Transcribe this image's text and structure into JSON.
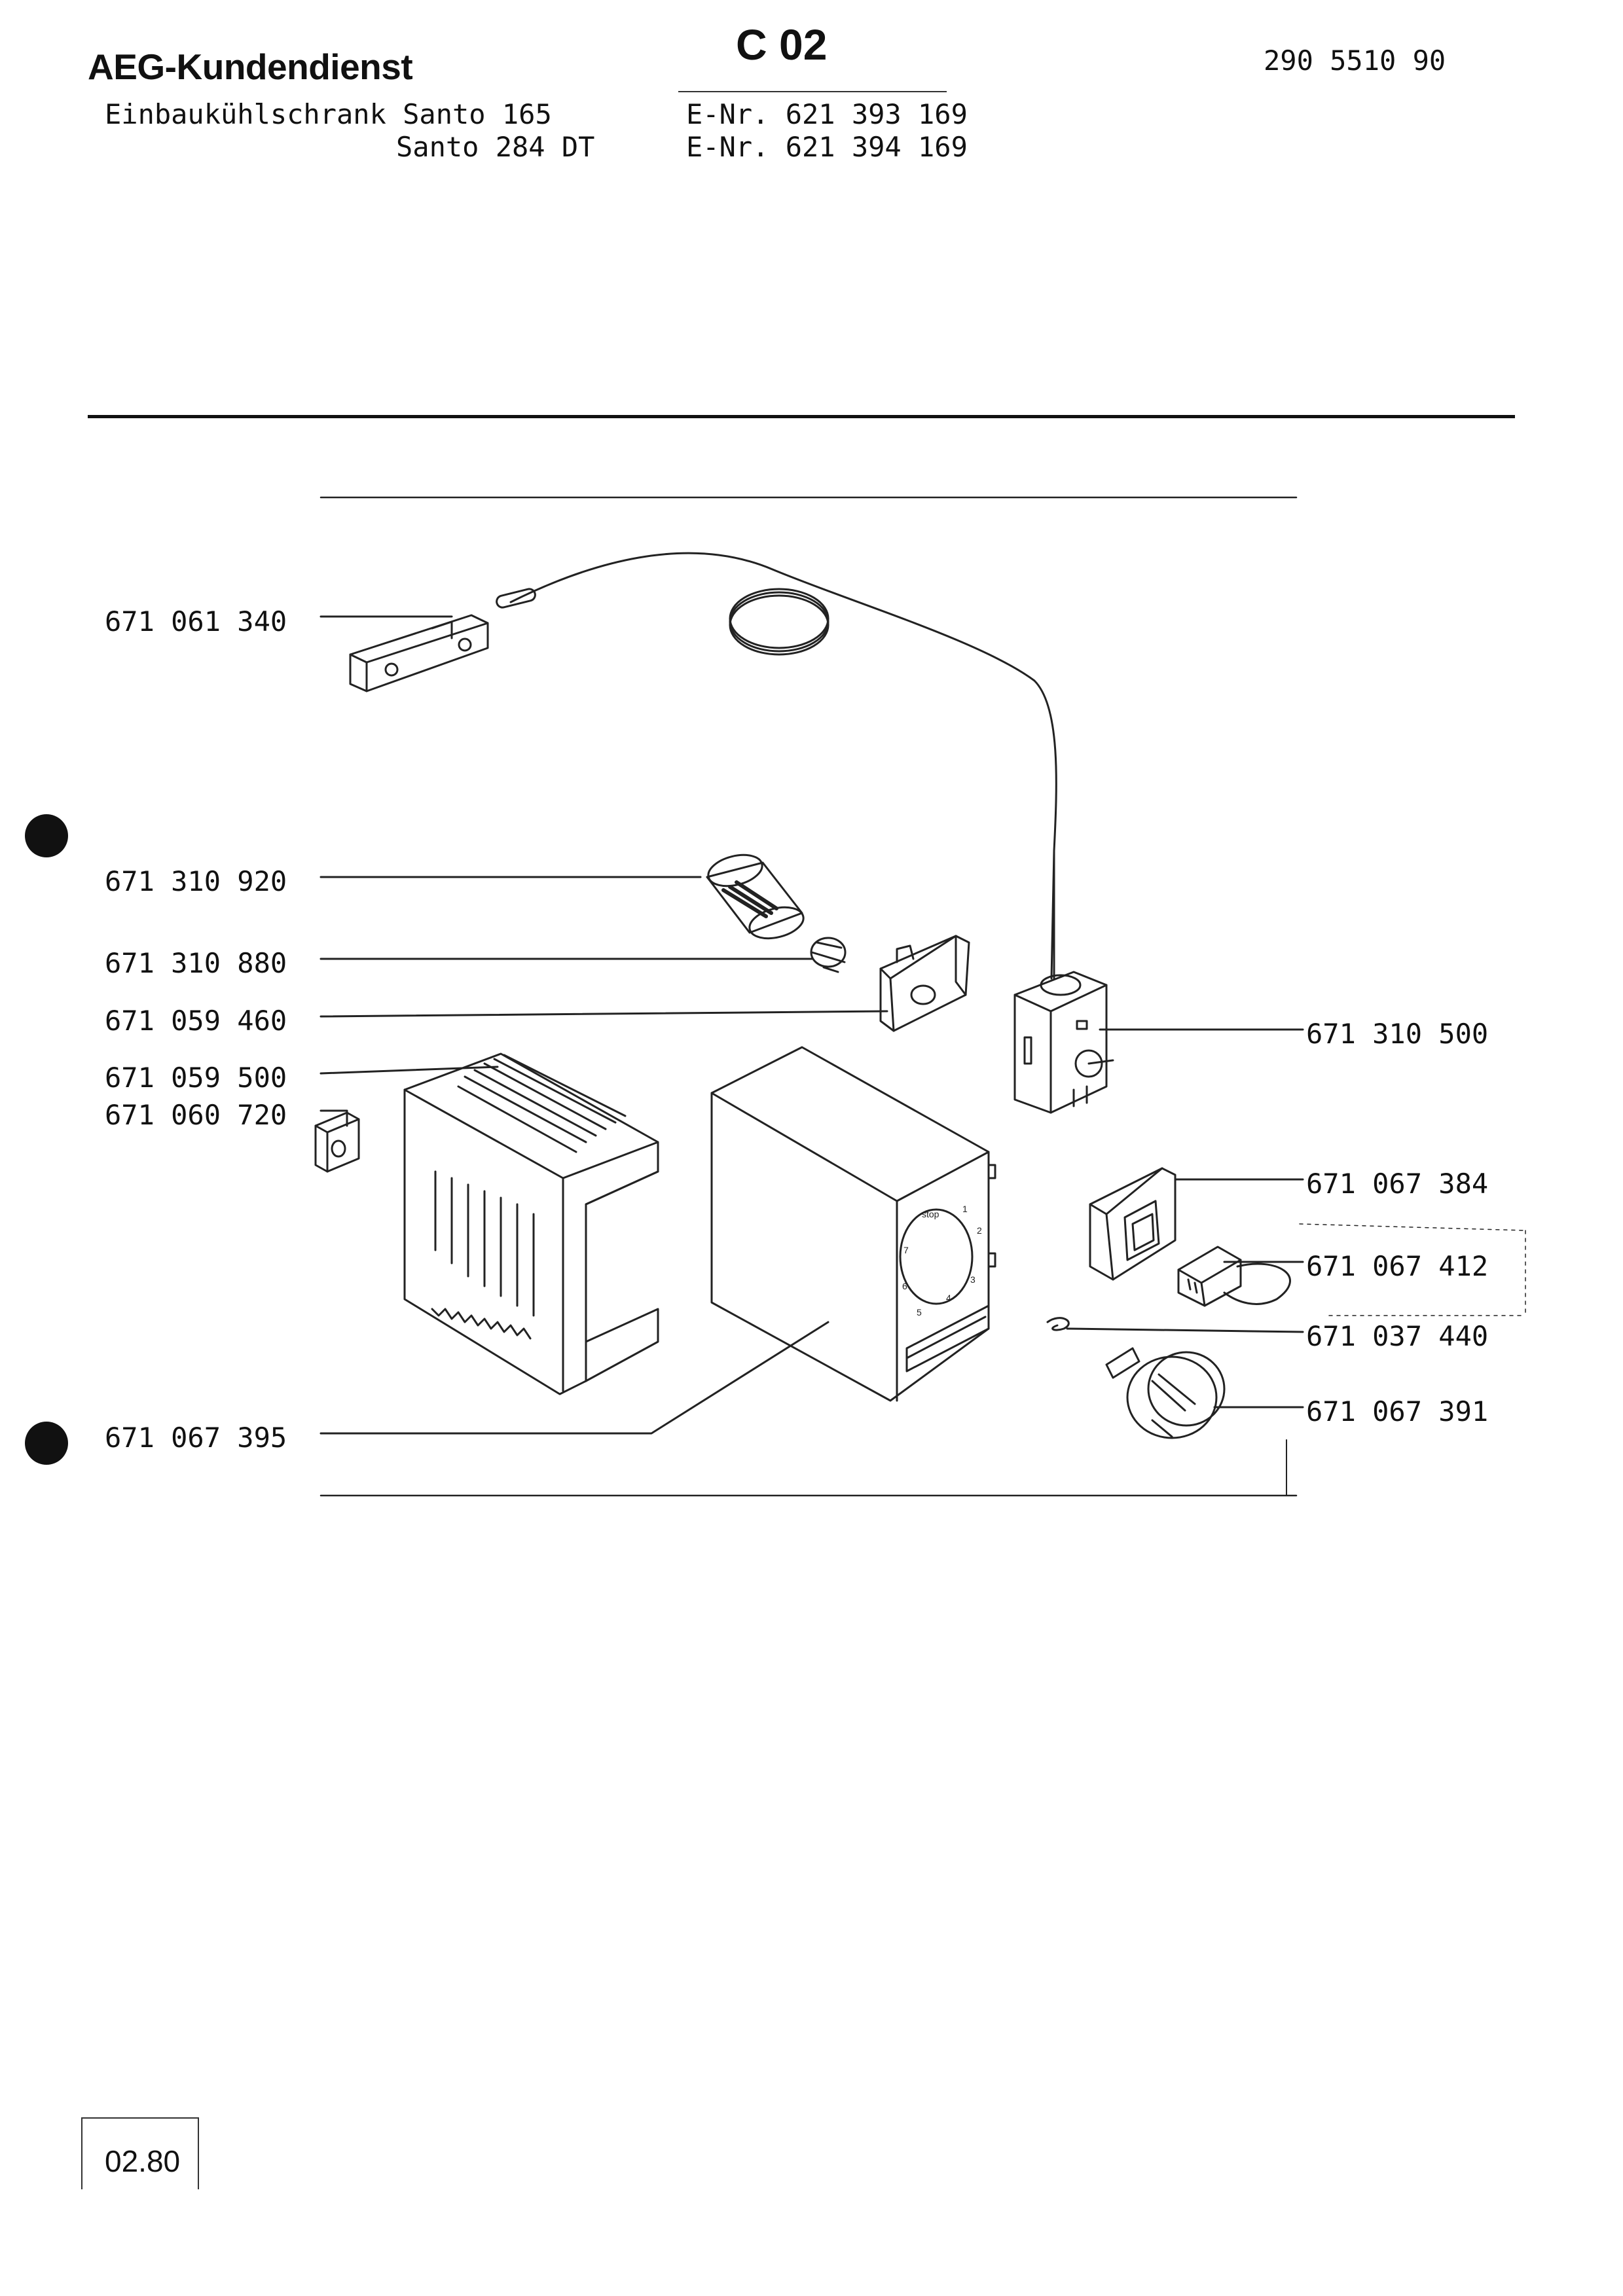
{
  "header": {
    "brand": "AEG-Kundendienst",
    "section": "C 02",
    "document_number": "290 5510 90",
    "model_line_1": "Einbaukühlschrank Santo 165",
    "model_line_2": "Santo 284 DT",
    "enr_1": "E-Nr. 621 393 169",
    "enr_2": "E-Nr. 621 394 169"
  },
  "parts_left": [
    "671 061 340",
    "671 310 920",
    "671 310 880",
    "671 059 460",
    "671 059 500",
    "671 060 720",
    "671 067 395"
  ],
  "parts_right": [
    "671 310 500",
    "671 067 384",
    "671 067 412",
    "671 037 440",
    "671 067 391"
  ],
  "dial_marks": [
    "stop",
    "1",
    "2",
    "3",
    "4",
    "5",
    "6",
    "7"
  ],
  "footer": {
    "date_code": "02.80"
  }
}
